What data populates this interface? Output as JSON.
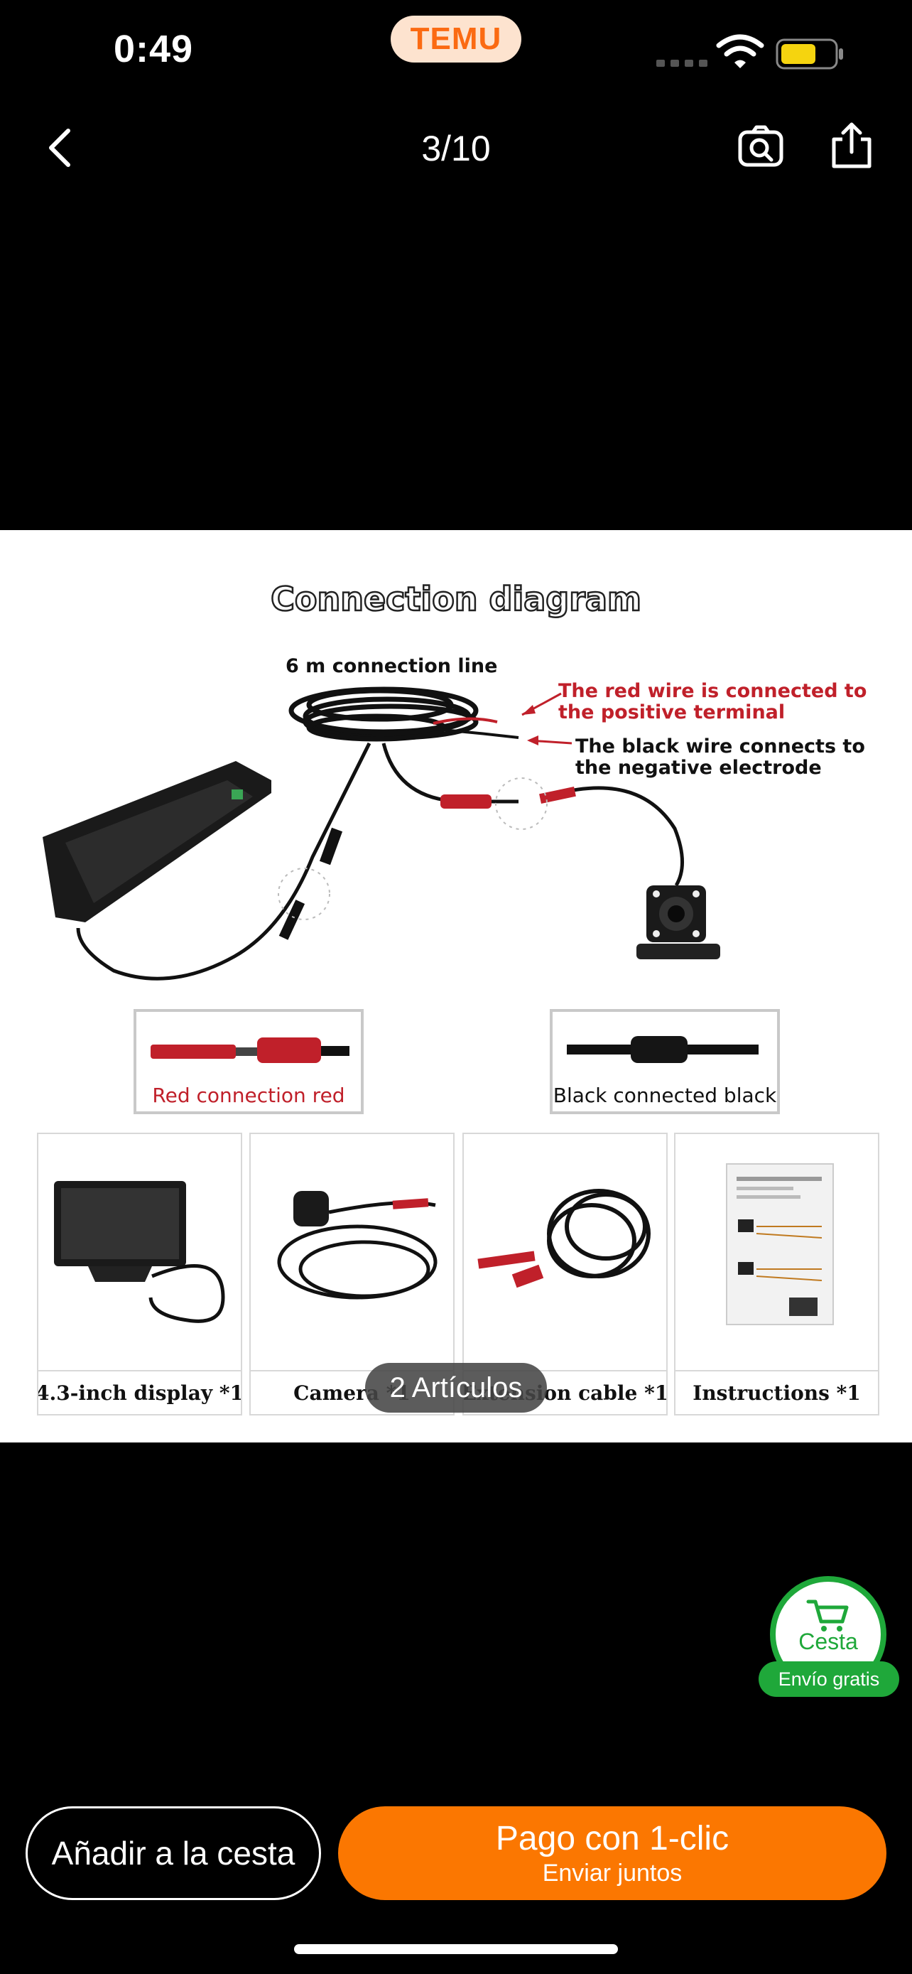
{
  "status_bar": {
    "time": "0:49",
    "app_badge": "TEMU"
  },
  "nav": {
    "counter": "3/10"
  },
  "product_image": {
    "title": "Connection diagram",
    "labels": {
      "line": "6 m connection line",
      "red_wire": "The red wire is connected to the positive terminal",
      "black_wire": "The black wire connects to the negative electrode",
      "red_connection": "Red connection red",
      "black_connection": "Black connected black"
    },
    "items": [
      {
        "caption": "4.3-inch display *1"
      },
      {
        "caption": "Camera *1"
      },
      {
        "caption": "Extension cable *1"
      },
      {
        "caption": "Instructions *1"
      }
    ]
  },
  "overlay": {
    "articles": "2 Artículos"
  },
  "cart": {
    "label": "Cesta",
    "free_shipping": "Envío gratis"
  },
  "actions": {
    "add_to_cart": "Añadir a la cesta",
    "pay_main": "Pago con 1-clic",
    "pay_sub": "Enviar juntos"
  },
  "colors": {
    "accent": "#fb7701",
    "cart_green": "#1fa83a",
    "temu_orange": "#fb6a12"
  }
}
